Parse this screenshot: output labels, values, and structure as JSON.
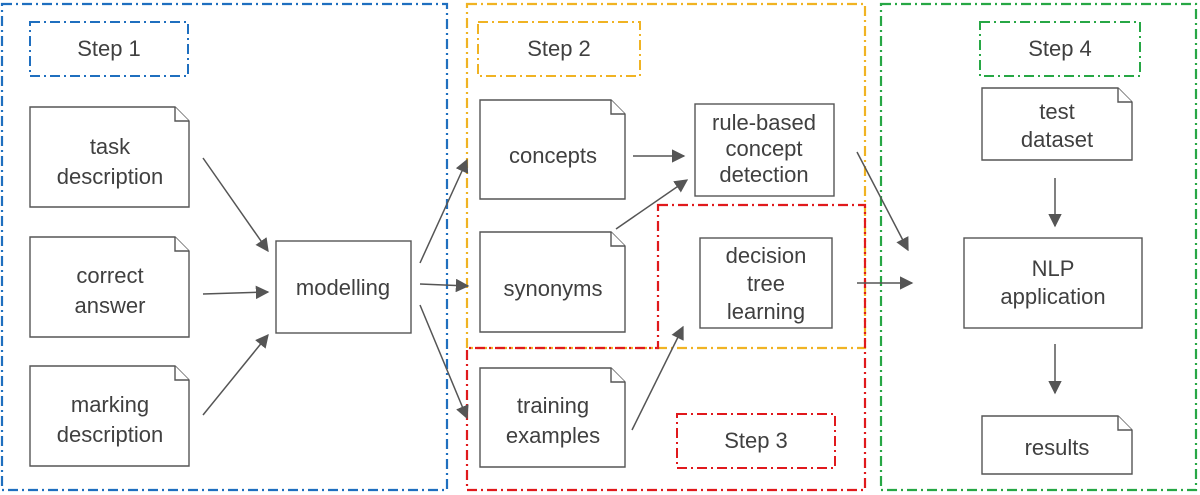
{
  "colors": {
    "step1": "#1f6fbf",
    "step2": "#f0b323",
    "step3": "#e0191c",
    "step4": "#27a745",
    "node_stroke": "#555555",
    "text": "#404040"
  },
  "steps": {
    "step1": "Step 1",
    "step2": "Step 2",
    "step3": "Step 3",
    "step4": "Step 4"
  },
  "nodes": {
    "task_description": [
      "task",
      "description"
    ],
    "correct_answer": [
      "correct",
      "answer"
    ],
    "marking_description": [
      "marking",
      "description"
    ],
    "modelling": [
      "modelling"
    ],
    "concepts": [
      "concepts"
    ],
    "synonyms": [
      "synonyms"
    ],
    "training_examples": [
      "training",
      "examples"
    ],
    "rule_based_concept_detection": [
      "rule-based",
      "concept",
      "detection"
    ],
    "decision_tree_learning": [
      "decision",
      "tree",
      "learning"
    ],
    "test_dataset": [
      "test",
      "dataset"
    ],
    "nlp_application": [
      "NLP",
      "application"
    ],
    "results": [
      "results"
    ]
  }
}
